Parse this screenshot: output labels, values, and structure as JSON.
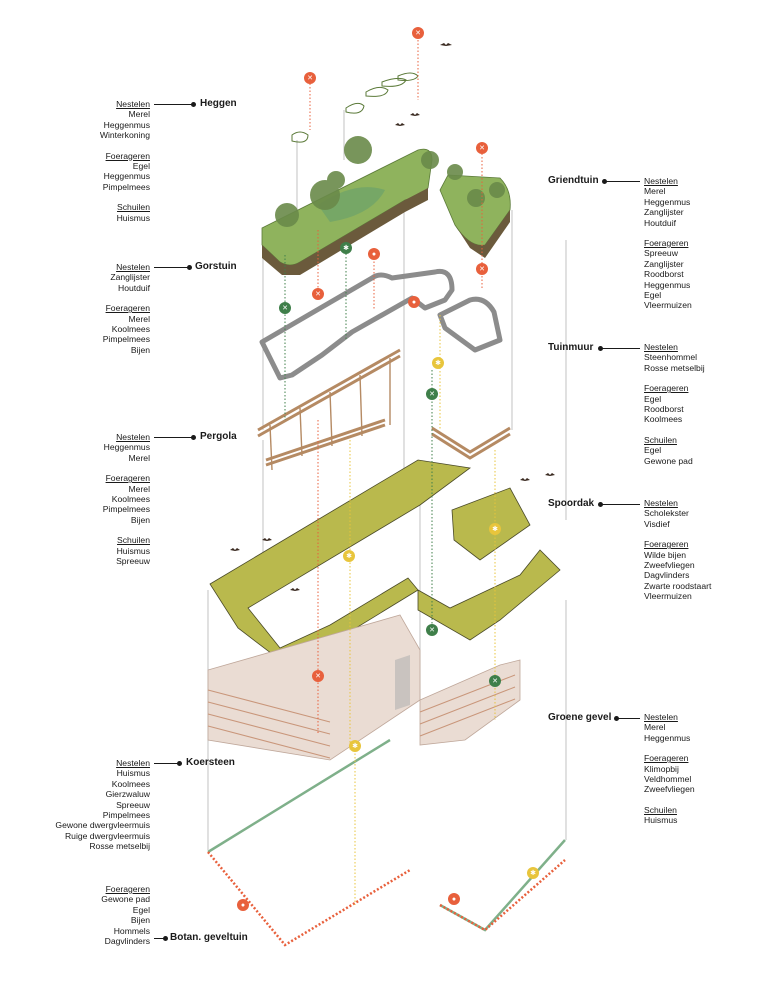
{
  "colors": {
    "orange": "#e8603c",
    "green": "#3f7f4a",
    "yellow": "#e8c53c",
    "moss": "#b9b94d",
    "facade": "#eadcd3",
    "timber": "#b58a63"
  },
  "layers": {
    "heggen": {
      "title": "Heggen",
      "groups": [
        {
          "head": "Nestelen",
          "items": [
            "Merel",
            "Heggenmus",
            "Winterkoning"
          ]
        },
        {
          "head": "Foerageren",
          "items": [
            "Egel",
            "Heggenmus",
            "Pimpelmees"
          ]
        },
        {
          "head": "Schuilen",
          "items": [
            "Huismus"
          ]
        }
      ]
    },
    "gorstuin": {
      "title": "Gorstuin",
      "groups": [
        {
          "head": "Nestelen",
          "items": [
            "Zanglijster",
            "Houtduif"
          ]
        },
        {
          "head": "Foerageren",
          "items": [
            "Merel",
            "Koolmees",
            "Pimpelmees",
            "Bijen"
          ]
        }
      ]
    },
    "pergola": {
      "title": "Pergola",
      "groups": [
        {
          "head": "Nestelen",
          "items": [
            "Heggenmus",
            "Merel"
          ]
        },
        {
          "head": "Foerageren",
          "items": [
            "Merel",
            "Koolmees",
            "Pimpelmees",
            "Bijen"
          ]
        },
        {
          "head": "Schuilen",
          "items": [
            "Huismus",
            "Spreeuw"
          ]
        }
      ]
    },
    "koersteen": {
      "title": "Koersteen",
      "groups": [
        {
          "head": "Nestelen",
          "items": [
            "Huismus",
            "Koolmees",
            "Gierzwaluw",
            "Spreeuw",
            "Pimpelmees",
            "Gewone dwergvleermuis",
            "Ruige dwergvleermuis",
            "Rosse metselbij"
          ]
        }
      ]
    },
    "botan": {
      "title": "Botan. geveltuin",
      "groups": [
        {
          "head": "Foerageren",
          "items": [
            "Gewone pad",
            "Egel",
            "Bijen",
            "Hommels",
            "Dagvlinders"
          ]
        }
      ]
    },
    "griendtuin": {
      "title": "Griendtuin",
      "groups": [
        {
          "head": "Nestelen",
          "items": [
            "Merel",
            "Heggenmus",
            "Zanglijster",
            "Houtduif"
          ]
        },
        {
          "head": "Foerageren",
          "items": [
            "Spreeuw",
            "Zanglijster",
            "Roodborst",
            "Heggenmus",
            "Egel",
            "Vleermuizen"
          ]
        }
      ]
    },
    "tuinmuur": {
      "title": "Tuinmuur",
      "groups": [
        {
          "head": "Nestelen",
          "items": [
            "Steenhommel",
            "Rosse metselbij"
          ]
        },
        {
          "head": "Foerageren",
          "items": [
            "Egel",
            "Roodborst",
            "Koolmees"
          ]
        },
        {
          "head": "Schuilen",
          "items": [
            "Egel",
            "Gewone pad"
          ]
        }
      ]
    },
    "spoordak": {
      "title": "Spoordak",
      "groups": [
        {
          "head": "Nestelen",
          "items": [
            "Scholekster",
            "Visdief"
          ]
        },
        {
          "head": "Foerageren",
          "items": [
            "Wilde bijen",
            "Zweefvliegen",
            "Dagvlinders",
            "Zwarte roodstaart",
            "Vleermuizen"
          ]
        }
      ]
    },
    "groenegevel": {
      "title": "Groene gevel",
      "groups": [
        {
          "head": "Nestelen",
          "items": [
            "Merel",
            "Heggenmus"
          ]
        },
        {
          "head": "Foerageren",
          "items": [
            "Klimopbij",
            "Veldhommel",
            "Zweefvliegen"
          ]
        },
        {
          "head": "Schuilen",
          "items": [
            "Huismus"
          ]
        }
      ]
    }
  }
}
